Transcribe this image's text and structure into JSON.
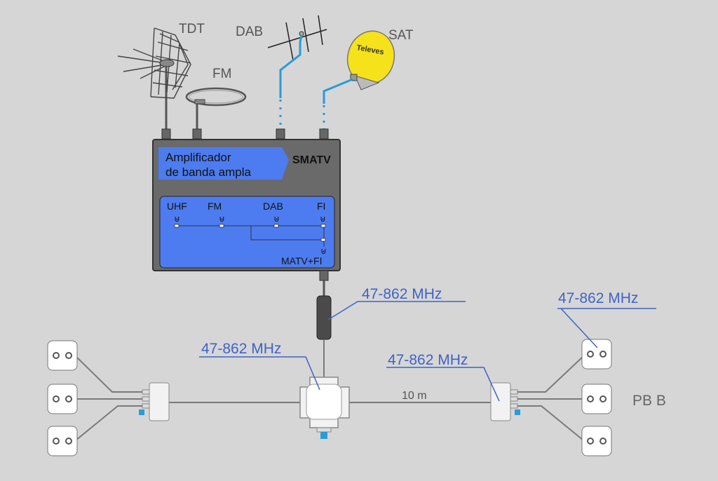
{
  "antennas": {
    "tdt": "TDT",
    "fm": "FM",
    "dab": "DAB",
    "sat": "SAT",
    "dish_brand": "Televes"
  },
  "amplifier": {
    "title_line1": "Amplificador",
    "title_line2": "de banda ampla",
    "model": "SMATV",
    "inputs": [
      "UHF",
      "FM",
      "DAB",
      "FI"
    ],
    "output": "MATV+FI"
  },
  "labels": {
    "freq_cable": "47-862 MHz",
    "freq_splitter": "47-862 MHz",
    "freq_right_tap": "47-862 MHz",
    "freq_far_right": "47-862 MHz",
    "distance": "10 m",
    "floor": "PB B"
  },
  "colors": {
    "background": "#d6d6d6",
    "panel_blue": "#4d7cf0",
    "callout_blue": "#3f63c4",
    "cable_gray": "#7a7a7a",
    "sat_line": "#2a9bd8",
    "dish_yellow": "#f5e21a"
  }
}
